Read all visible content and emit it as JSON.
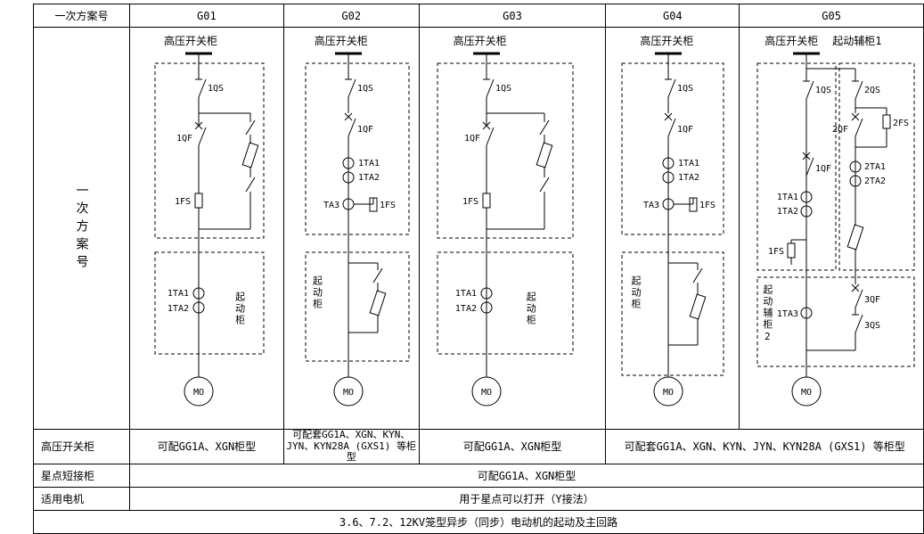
{
  "header": {
    "row_label": "一次方案号",
    "columns": [
      "G01",
      "G02",
      "G03",
      "G04",
      "G05"
    ]
  },
  "side_label": "一次方案号",
  "schemes": [
    {
      "id": "G01",
      "cabinet_title": "高压开关柜",
      "labels": {
        "qs": "1QS",
        "qf": "1QF",
        "fs": "1FS",
        "ta1": "1TA1",
        "ta2": "1TA2",
        "start": "起动柜",
        "motor": "MO"
      }
    },
    {
      "id": "G02",
      "cabinet_title": "高压开关柜",
      "labels": {
        "qs": "1QS",
        "qf": "1QF",
        "ta1": "1TA1",
        "ta2": "1TA2",
        "ta3": "TA3",
        "fs": "1FS",
        "start": "起动柜",
        "motor": "MO"
      }
    },
    {
      "id": "G03",
      "cabinet_title": "高压开关柜",
      "labels": {
        "qs": "1QS",
        "qf": "1QF",
        "fs": "1FS",
        "ta1": "1TA1",
        "ta2": "1TA2",
        "start": "起动柜",
        "motor": "MO"
      }
    },
    {
      "id": "G04",
      "cabinet_title": "高压开关柜",
      "labels": {
        "qs": "1QS",
        "qf": "1QF",
        "ta1": "1TA1",
        "ta2": "1TA2",
        "ta3": "TA3",
        "fs": "1FS",
        "start": "起动柜",
        "motor": "MO"
      }
    },
    {
      "id": "G05",
      "cabinet_title": "高压开关柜",
      "aux_title": "起动辅柜1",
      "labels": {
        "qs1": "1QS",
        "qs2": "2QS",
        "qf2": "2QF",
        "fs2": "2FS",
        "qf1": "1QF",
        "ta21": "2TA1",
        "ta22": "2TA2",
        "ta11": "1TA1",
        "ta12": "1TA2",
        "fs1": "1FS",
        "qf3": "3QF",
        "ta3": "1TA3",
        "qs3": "3QS",
        "aux2": "起动辅柜2",
        "motor": "MO"
      }
    }
  ],
  "rows": {
    "switchgear": {
      "label": "高压开关柜",
      "cells": [
        "可配GG1A、XGN柜型",
        "可配套GG1A、XGN、KYN、JYN、KYN28A (GXS1) 等柜型",
        "可配GG1A、XGN柜型",
        "可配套GG1A、XGN、KYN、JYN、KYN28A (GXS1) 等柜型"
      ]
    },
    "star_point": {
      "label": "星点短接柜",
      "value": "可配GG1A、XGN柜型"
    },
    "motor_type": {
      "label": "适用电机",
      "value": "用于星点可以打开（Y接法）"
    },
    "application": "3.6、7.2、12KV笼型异步（同步）电动机的起动及主回路"
  }
}
